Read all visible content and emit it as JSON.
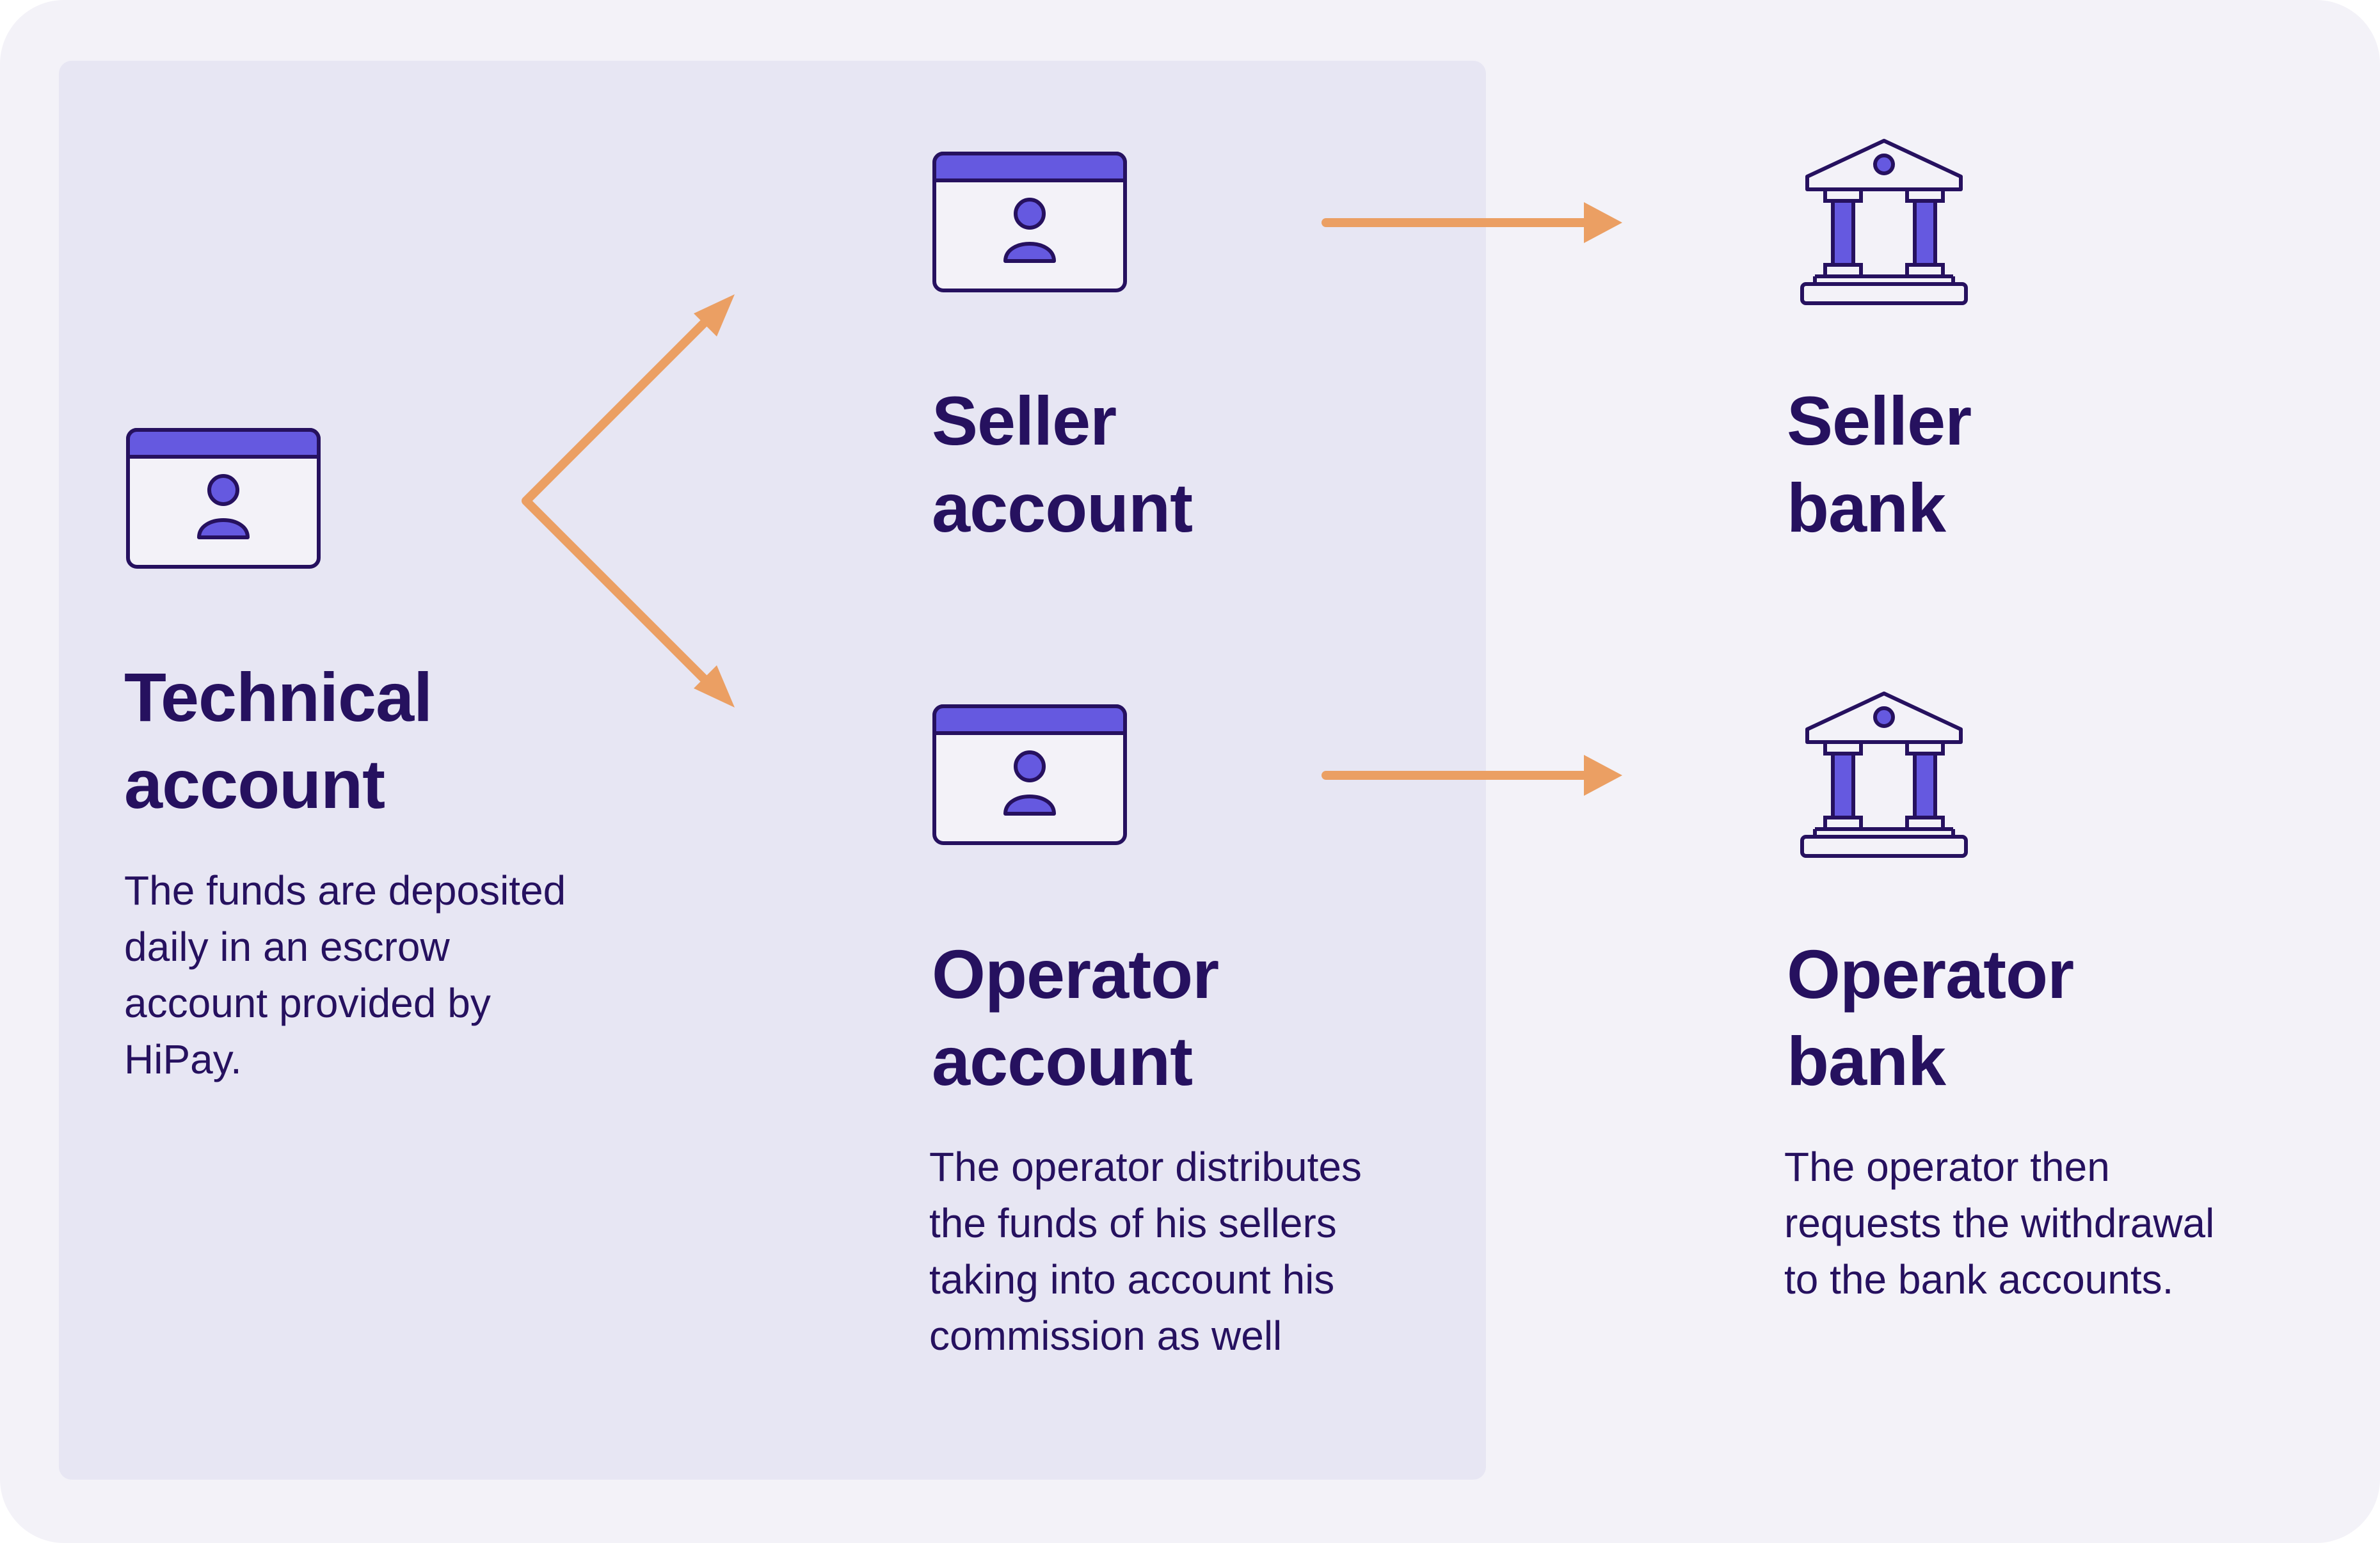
{
  "colors": {
    "background": "#f3f2f8",
    "panel": "#e7e6f3",
    "text": "#26115f",
    "accent": "#6559e0",
    "arrow": "#eb9f63"
  },
  "technical_account": {
    "icon": "account-card-icon",
    "title": [
      "Technical",
      "account"
    ],
    "description": [
      "The funds are deposited",
      "daily in an escrow",
      "account provided by",
      "HiPay."
    ]
  },
  "seller_account": {
    "icon": "account-card-icon",
    "title": [
      "Seller",
      "account"
    ]
  },
  "operator_account": {
    "icon": "account-card-icon",
    "title": [
      "Operator",
      "account"
    ],
    "description": [
      "The operator distributes",
      "the funds of his sellers",
      "taking into account his",
      "commission as well"
    ]
  },
  "seller_bank": {
    "icon": "bank-icon",
    "title": [
      "Seller",
      "bank"
    ]
  },
  "operator_bank": {
    "icon": "bank-icon",
    "title": [
      "Operator",
      "bank"
    ],
    "description": [
      "The operator then",
      "requests the withdrawal",
      "to the bank accounts."
    ]
  }
}
